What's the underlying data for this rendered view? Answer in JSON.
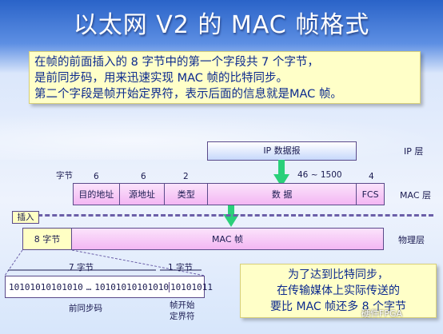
{
  "title": "以太网 V2 的 MAC 帧格式",
  "intro": {
    "line1": "在帧的前面插入的 8 字节中的第一个字段共 7 个字节，",
    "line2": "是前同步码，用来迅速实现 MAC 帧的比特同步。",
    "line3": "第二个字段是帧开始定界符，表示后面的信息就是MAC 帧。"
  },
  "ip_layer": {
    "box_label": "IP 数据报",
    "layer_label": "IP 层"
  },
  "mac_layer": {
    "bytes_caption": "字节",
    "sizes": [
      "6",
      "6",
      "2",
      "46 ~ 1500",
      "4"
    ],
    "fields": [
      "目的地址",
      "源地址",
      "类型",
      "数    据",
      "FCS"
    ],
    "layer_label": "MAC 层"
  },
  "physical_layer": {
    "insert_label": "插入",
    "preamble_label": "8 字节",
    "mac_frame_label": "MAC 帧",
    "layer_label": "物理层"
  },
  "bit_detail": {
    "preamble_bytes": "7 字节",
    "sfd_bytes": "1 字节",
    "preamble_bits": "10101010101010",
    "ellipsis": "…",
    "preamble_bits_end": "10101010101010",
    "sfd_bits": "10101011",
    "preamble_name": "前同步码",
    "sfd_name_line1": "帧开始",
    "sfd_name_line2": "定界符"
  },
  "note": {
    "line1": "为了达到比特同步，",
    "line2": "在传输媒体上实际传送的",
    "line3": "要比 MAC 帧还多 8 个字节"
  },
  "watermark": "硬件FPGA",
  "colors": {
    "title_bg": "#2a63c8",
    "note_bg": "#ffffc8",
    "note_text": "#0c2a8e",
    "mac_fill": "#f3b6f3",
    "arrow": "#2ad07a"
  }
}
